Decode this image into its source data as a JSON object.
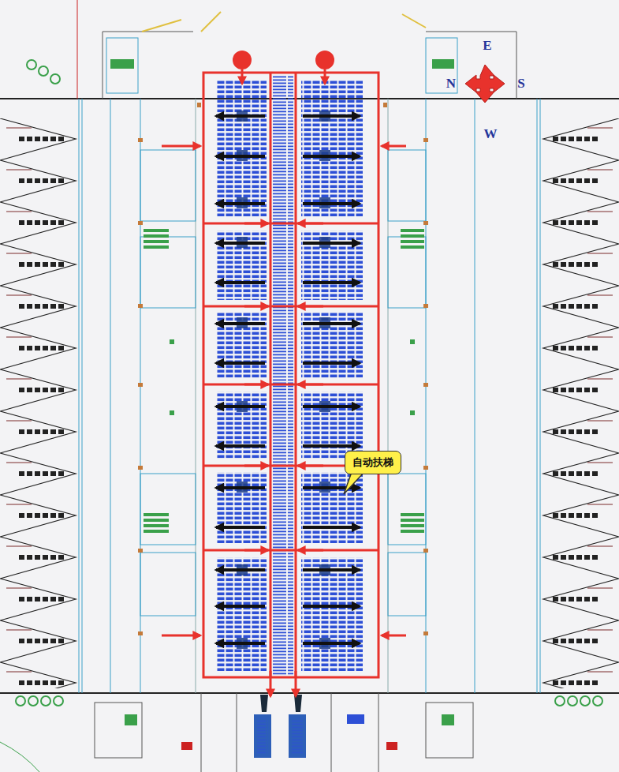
{
  "diagram": {
    "nodes": [
      {
        "text": [
          "自动扶梯"
        ]
      }
    ],
    "labels": [
      "E",
      "N",
      "S",
      "W"
    ]
  }
}
